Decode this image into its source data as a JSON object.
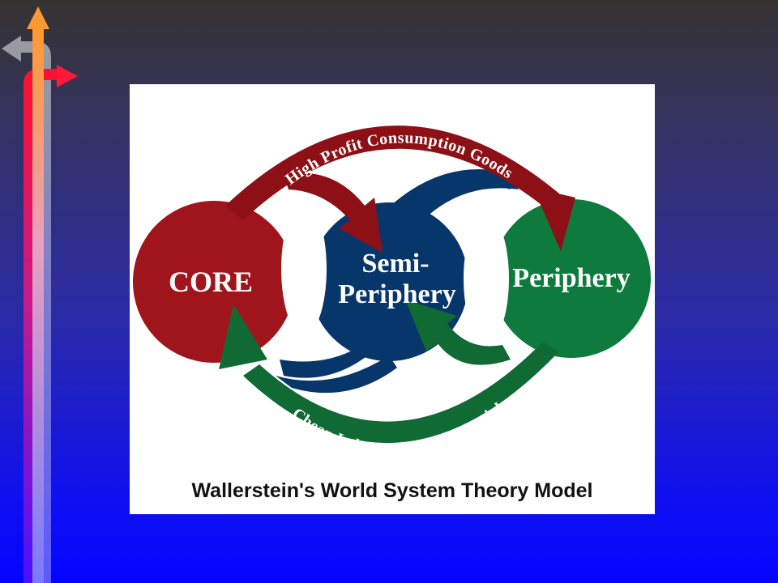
{
  "diagram": {
    "nodes": {
      "core": "CORE",
      "semi_line1": "Semi-",
      "semi_line2": "Periphery",
      "periphery": "Periphery"
    },
    "flows": {
      "top": "High Profit Consumption Goods",
      "bottom": "Cheap Labor and Raw Materials"
    },
    "caption": "Wallerstein's World System Theory Model"
  },
  "colors": {
    "core": "#a0141c",
    "semi_periphery": "#06366a",
    "periphery": "#0f7a3e",
    "arrow_red": "#8c1016",
    "arrow_green": "#106a34"
  },
  "icons": [
    "arrow-up-icon",
    "arrow-left-icon",
    "arrow-right-icon"
  ]
}
